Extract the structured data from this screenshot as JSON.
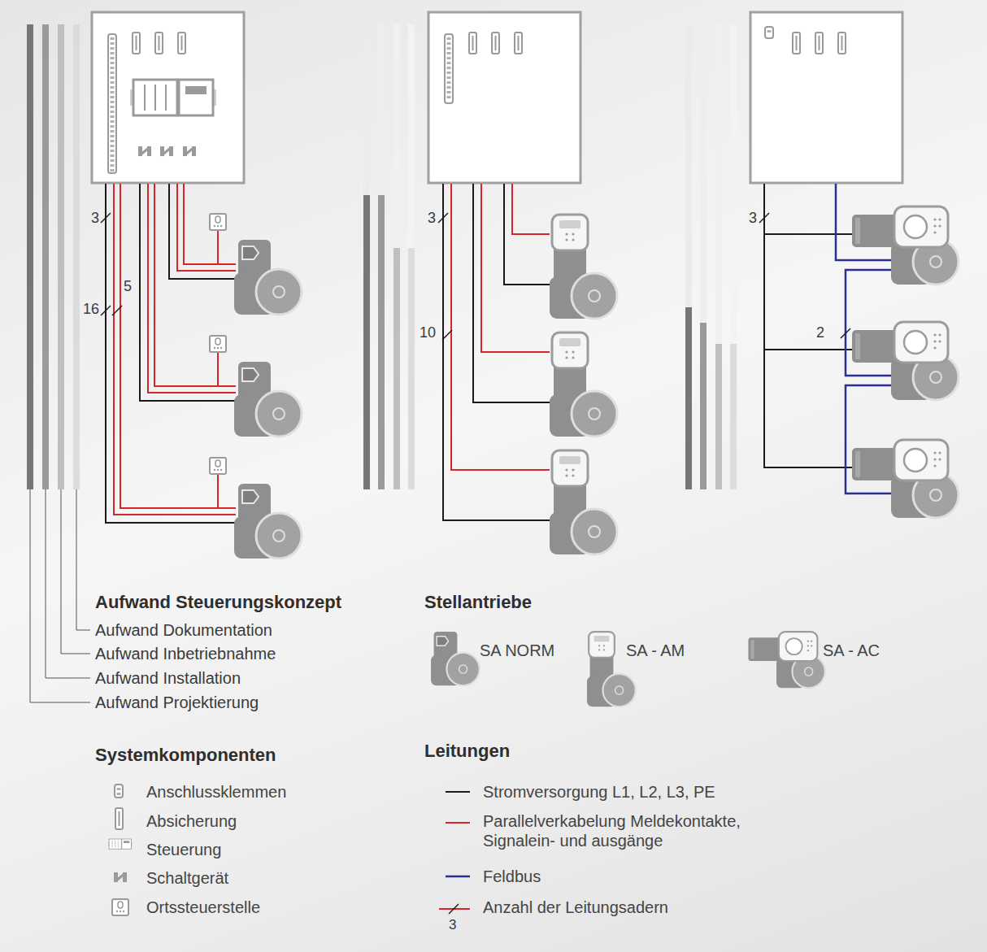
{
  "diagram": {
    "labels": [
      "3",
      "16",
      "5",
      "3",
      "10",
      "3",
      "2",
      "Aufwand Steuerungskonzept",
      "Aufwand Dokumentation",
      "Aufwand Inbetriebnahme",
      "Aufwand Installation",
      "Aufwand Projektierung",
      "Stellantriebe",
      "Systemkomponenten",
      "Leitungen",
      "3"
    ],
    "legend": [
      {
        "text": "SA NORM"
      },
      {
        "text": "SA - AM"
      },
      {
        "text": "SA - AC"
      },
      {
        "text": "Anschlussklemmen"
      },
      {
        "text": "Absicherung"
      },
      {
        "text": "Steuerung"
      },
      {
        "text": "Schaltgerät"
      },
      {
        "text": "Ortssteuerstelle"
      },
      {
        "text": "Stromversorgung L1, L2, L3, PE"
      },
      {
        "text": "Parallelverkabelung Meldekontakte, Signalein- und ausgänge"
      },
      {
        "text": "Feldbus"
      },
      {
        "text": "Anzahl der Leitungsadern"
      }
    ]
  }
}
